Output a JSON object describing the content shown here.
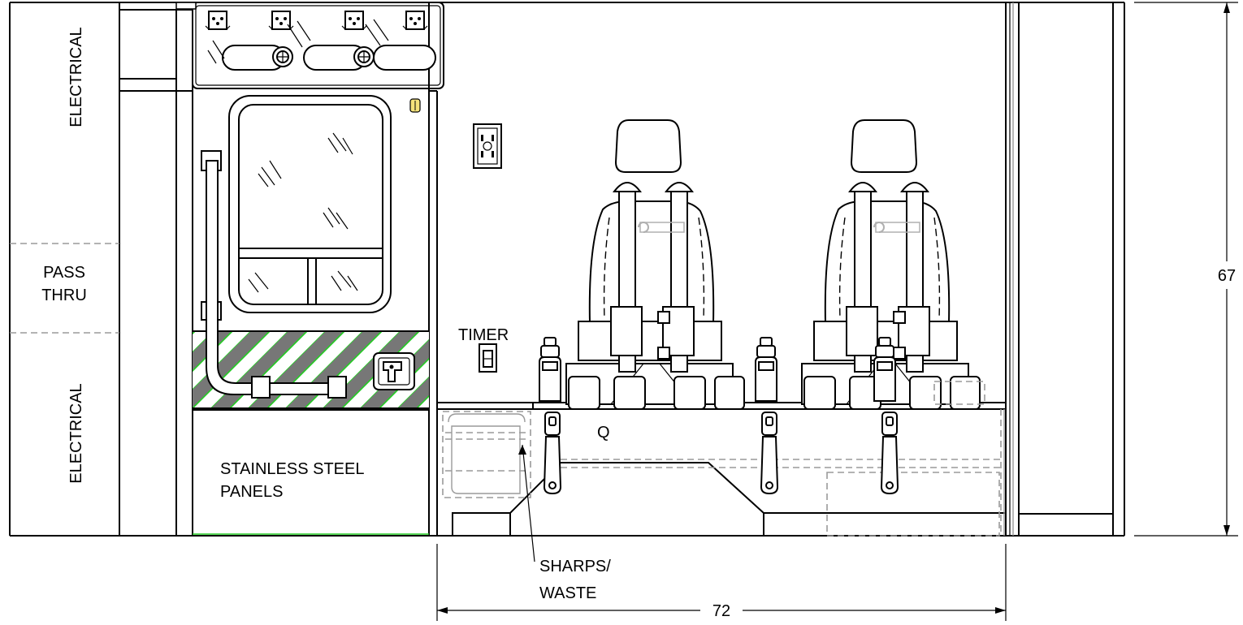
{
  "labels": {
    "electrical_upper": "ELECTRICAL",
    "pass_thru_line1": "PASS",
    "pass_thru_line2": "THRU",
    "electrical_lower": "ELECTRICAL",
    "stainless_line1": "STAINLESS STEEL",
    "stainless_line2": "PANELS",
    "timer": "TIMER",
    "q_marker": "Q",
    "sharps_line1": "SHARPS/",
    "sharps_line2": "WASTE"
  },
  "dimensions": {
    "height": "67",
    "width": "72"
  },
  "colors": {
    "line": "#000000",
    "hidden_line": "#9a9a9a",
    "hazard_stripe": "#22cc22",
    "glass_mark": "#000000"
  },
  "icons": {
    "outlet": "power-outlet-icon",
    "timer_switch": "switch-icon",
    "door_handle": "door-handle-icon",
    "seat": "attendant-seat-icon",
    "oxygen": "oxygen-bottle-icon"
  }
}
